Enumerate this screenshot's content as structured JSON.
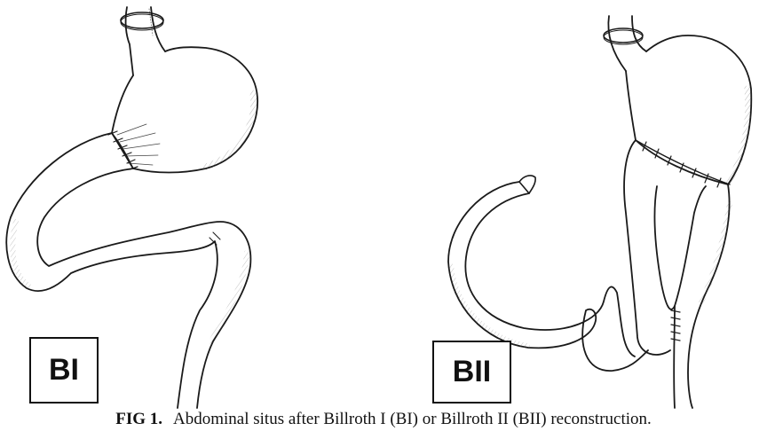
{
  "panels": [
    {
      "label": "BI"
    },
    {
      "label": "BII"
    }
  ],
  "caption": {
    "figure_number": "FIG 1.",
    "text": "Abdominal situs after Billroth I (BI) or Billroth II (BII) reconstruction."
  }
}
